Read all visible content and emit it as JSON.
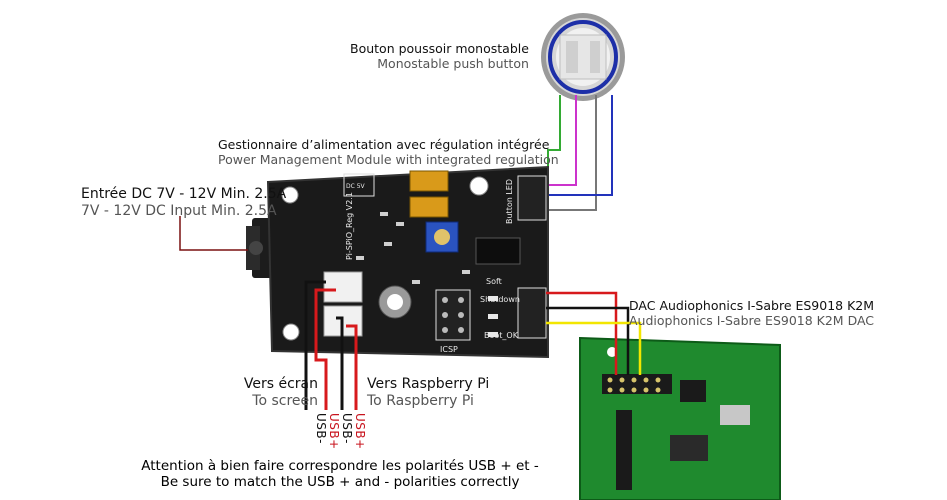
{
  "labels": {
    "button": {
      "fr": "Bouton poussoir monostable",
      "en": "Monostable push button"
    },
    "power_module": {
      "fr": "Gestionnaire d’alimentation avec régulation intégrée",
      "en": "Power Management Module with integrated regulation"
    },
    "dc_input": {
      "fr": "Entrée DC 7V - 12V Min. 2.5A",
      "en": "7V - 12V DC Input Min. 2.5A"
    },
    "dac": {
      "fr": "DAC Audiophonics I-Sabre  ES9018 K2M",
      "en": "Audiophonics I-Sabre ES9018 K2M DAC"
    },
    "to_screen": {
      "fr": "Vers écran",
      "en": "To screen"
    },
    "to_pi": {
      "fr": "Vers Raspberry Pi",
      "en": "To Raspberry Pi"
    },
    "warning": {
      "fr": "Attention à bien faire correspondre les polarités USB + et -",
      "en": "Be sure to match the USB + and - polarities correctly"
    }
  },
  "usb_polarity": [
    "USB-",
    "USB+",
    "USB-",
    "USB+"
  ],
  "board_silkscreen": {
    "model": "Pi-SPiO_Reg V2.1",
    "button_led": "Button LED",
    "soft": "Soft",
    "shutdown": "Shutdown",
    "boot_ok": "Boot_OK",
    "icsp": "ICSP",
    "dc_5v": "DC 5V"
  },
  "wire_colors": {
    "red": "#d7191c",
    "black": "#111111",
    "yellow": "#f2e600",
    "magenta": "#cc33cc",
    "green": "#33aa33",
    "blue": "#2233bb",
    "gray": "#777777",
    "darkred": "#7a1010"
  }
}
